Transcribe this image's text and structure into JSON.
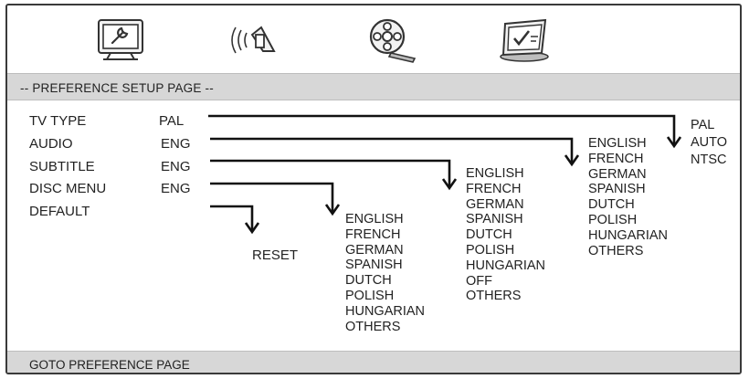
{
  "tabs": [
    {
      "name": "general-setup",
      "icon": "wrench-tv-icon"
    },
    {
      "name": "audio-setup",
      "icon": "speaker-icon"
    },
    {
      "name": "video-setup",
      "icon": "film-reel-icon"
    },
    {
      "name": "preference-setup",
      "icon": "preference-check-icon"
    }
  ],
  "header": {
    "title": "-- PREFERENCE SETUP PAGE --"
  },
  "menu": {
    "rows": [
      {
        "label": "TV TYPE",
        "value": "PAL"
      },
      {
        "label": "AUDIO",
        "value": "ENG"
      },
      {
        "label": "SUBTITLE",
        "value": "ENG"
      },
      {
        "label": "DISC MENU",
        "value": "ENG"
      },
      {
        "label": "DEFAULT",
        "value": ""
      }
    ]
  },
  "options": {
    "tv_type": [
      "PAL",
      "AUTO",
      "NTSC"
    ],
    "audio": [
      "ENGLISH",
      "FRENCH",
      "GERMAN",
      "SPANISH",
      "DUTCH",
      "POLISH",
      "HUNGARIAN",
      "OTHERS"
    ],
    "subtitle": [
      "ENGLISH",
      "FRENCH",
      "GERMAN",
      "SPANISH",
      "DUTCH",
      "POLISH",
      "HUNGARIAN",
      "OFF",
      "OTHERS"
    ],
    "disc_menu": [
      "ENGLISH",
      "FRENCH",
      "GERMAN",
      "SPANISH",
      "DUTCH",
      "POLISH",
      "HUNGARIAN",
      "OTHERS"
    ],
    "default": "RESET"
  },
  "footer": {
    "text": "GOTO PREFERENCE PAGE"
  }
}
